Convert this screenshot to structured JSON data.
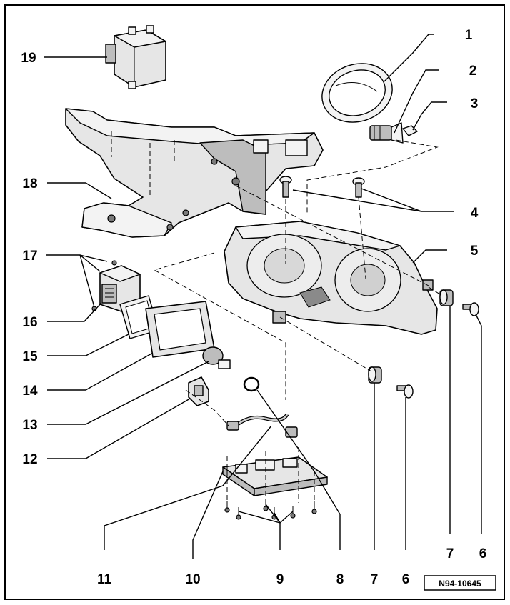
{
  "diagram": {
    "drawing_code": "N94-10645",
    "callouts": [
      {
        "id": "1",
        "label": "1"
      },
      {
        "id": "2",
        "label": "2"
      },
      {
        "id": "3",
        "label": "3"
      },
      {
        "id": "4",
        "label": "4"
      },
      {
        "id": "5",
        "label": "5"
      },
      {
        "id": "6a",
        "label": "6"
      },
      {
        "id": "7a",
        "label": "7"
      },
      {
        "id": "6b",
        "label": "6"
      },
      {
        "id": "7b",
        "label": "7"
      },
      {
        "id": "8",
        "label": "8"
      },
      {
        "id": "9",
        "label": "9"
      },
      {
        "id": "10",
        "label": "10"
      },
      {
        "id": "11",
        "label": "11"
      },
      {
        "id": "12",
        "label": "12"
      },
      {
        "id": "13",
        "label": "13"
      },
      {
        "id": "14",
        "label": "14"
      },
      {
        "id": "15",
        "label": "15"
      },
      {
        "id": "16",
        "label": "16"
      },
      {
        "id": "17",
        "label": "17"
      },
      {
        "id": "18",
        "label": "18"
      },
      {
        "id": "19",
        "label": "19"
      }
    ]
  }
}
